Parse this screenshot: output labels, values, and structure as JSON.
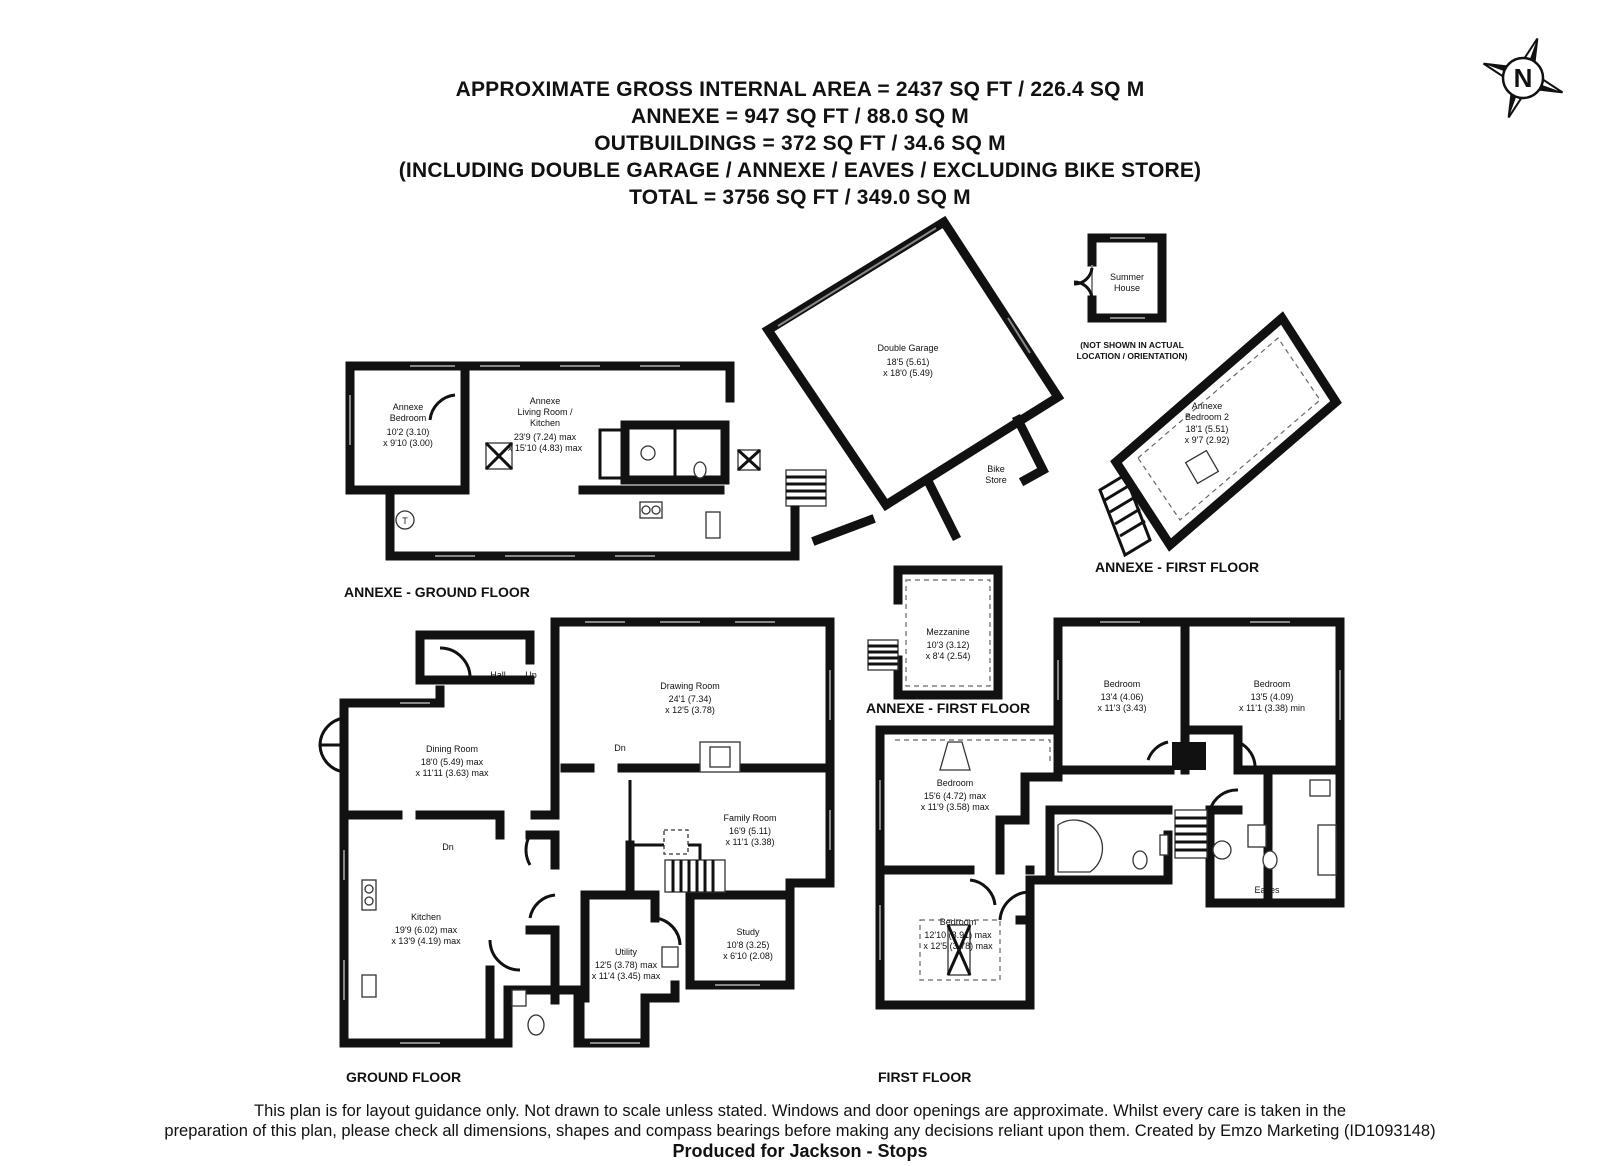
{
  "header": {
    "lines": [
      "APPROXIMATE GROSS INTERNAL AREA = 2437 SQ FT / 226.4 SQ M",
      "ANNEXE = 947 SQ FT / 88.0 SQ M",
      "OUTBUILDINGS = 372 SQ FT / 34.6 SQ M",
      "(INCLUDING DOUBLE GARAGE / ANNEXE / EAVES / EXCLUDING BIKE STORE)",
      "TOTAL = 3756 SQ FT / 349.0 SQ M"
    ]
  },
  "compass": {
    "letter": "N"
  },
  "floors": {
    "annexe_ground": "ANNEXE - GROUND FLOOR",
    "annexe_first_a": "ANNEXE - FIRST FLOOR",
    "annexe_first_b": "ANNEXE - FIRST FLOOR",
    "ground": "GROUND FLOOR",
    "first": "FIRST FLOOR"
  },
  "rooms": {
    "annexe_bedroom": {
      "name": [
        "Annexe",
        "Bedroom"
      ],
      "dims": [
        "10'2 (3.10)",
        "x 9'10 (3.00)"
      ]
    },
    "annexe_living": {
      "name": [
        "Annexe",
        "Living Room /",
        "Kitchen"
      ],
      "dims": [
        "23'9 (7.24) max",
        "x 15'10 (4.83) max"
      ]
    },
    "double_garage": {
      "name": [
        "Double Garage"
      ],
      "dims": [
        "18'5 (5.61)",
        "x 18'0 (5.49)"
      ]
    },
    "bike_store": {
      "name": [
        "Bike",
        "Store"
      ],
      "dims": []
    },
    "summer_house": {
      "name": [
        "Summer",
        "House"
      ],
      "dims": []
    },
    "annexe_bedroom2": {
      "name": [
        "Annexe",
        "Bedroom 2"
      ],
      "dims": [
        "18'1 (5.51)",
        "x 9'7 (2.92)"
      ]
    },
    "mezzanine": {
      "name": [
        "Mezzanine"
      ],
      "dims": [
        "10'3 (3.12)",
        "x 8'4 (2.54)"
      ]
    },
    "hall": {
      "name": [
        "Hall"
      ],
      "dims": []
    },
    "drawing_room": {
      "name": [
        "Drawing Room"
      ],
      "dims": [
        "24'1 (7.34)",
        "x 12'5 (3.78)"
      ]
    },
    "dining_room": {
      "name": [
        "Dining Room"
      ],
      "dims": [
        "18'0 (5.49) max",
        "x 11'11 (3.63) max"
      ]
    },
    "family_room": {
      "name": [
        "Family Room"
      ],
      "dims": [
        "16'9 (5.11)",
        "x 11'1 (3.38)"
      ]
    },
    "kitchen": {
      "name": [
        "Kitchen"
      ],
      "dims": [
        "19'9 (6.02) max",
        "x 13'9 (4.19) max"
      ]
    },
    "utility": {
      "name": [
        "Utility"
      ],
      "dims": [
        "12'5 (3.78) max",
        "x 11'4 (3.45) max"
      ]
    },
    "study": {
      "name": [
        "Study"
      ],
      "dims": [
        "10'8 (3.25)",
        "x 6'10 (2.08)"
      ]
    },
    "bedroom_a": {
      "name": [
        "Bedroom"
      ],
      "dims": [
        "13'4 (4.06)",
        "x 11'3 (3.43)"
      ]
    },
    "bedroom_b": {
      "name": [
        "Bedroom"
      ],
      "dims": [
        "13'5 (4.09)",
        "x 11'1 (3.38) min"
      ]
    },
    "bedroom_c": {
      "name": [
        "Bedroom"
      ],
      "dims": [
        "15'6 (4.72) max",
        "x 11'9 (3.58) max"
      ]
    },
    "bedroom_d": {
      "name": [
        "Bedroom"
      ],
      "dims": [
        "12'10 (3.91) max",
        "x 12'5 (3.78) max"
      ]
    },
    "eaves": {
      "name": [
        "Eaves"
      ],
      "dims": []
    }
  },
  "labels": {
    "up": "Up",
    "dn1": "Dn",
    "dn2": "Dn",
    "tank": "T",
    "not_shown": [
      "(NOT SHOWN IN ACTUAL",
      "LOCATION / ORIENTATION)"
    ]
  },
  "footer": {
    "disclaimer_1": "This plan is for layout guidance only. Not drawn to scale unless stated. Windows and door openings are approximate. Whilst every care is taken in the",
    "disclaimer_2": "preparation of this plan, please check all dimensions, shapes and compass bearings before making any decisions reliant upon them. Created by Emzo Marketing (ID1093148)",
    "credit": "Produced for Jackson - Stops"
  }
}
